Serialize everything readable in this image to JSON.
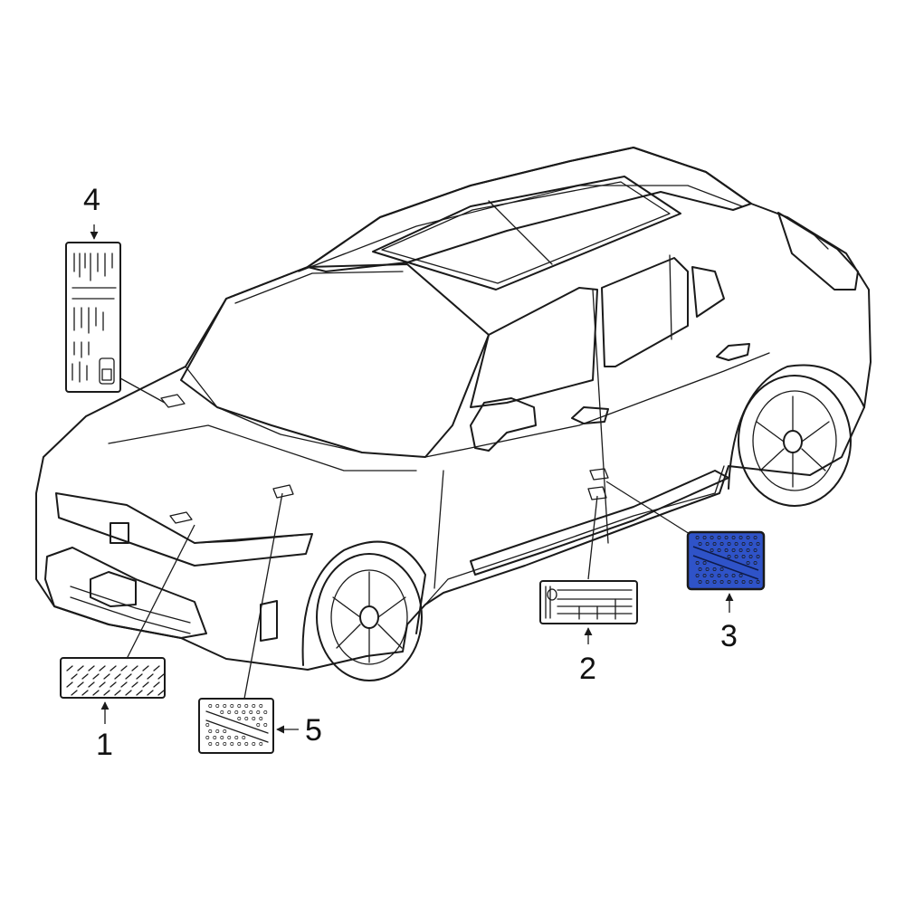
{
  "callouts": [
    {
      "id": "1",
      "label": "1",
      "highlighted": false
    },
    {
      "id": "2",
      "label": "2",
      "highlighted": false
    },
    {
      "id": "3",
      "label": "3",
      "highlighted": true
    },
    {
      "id": "4",
      "label": "4",
      "highlighted": false
    },
    {
      "id": "5",
      "label": "5",
      "highlighted": false
    }
  ],
  "colors": {
    "line": "#1a1a1a",
    "highlight": "#2f53c8",
    "background": "#ffffff"
  }
}
